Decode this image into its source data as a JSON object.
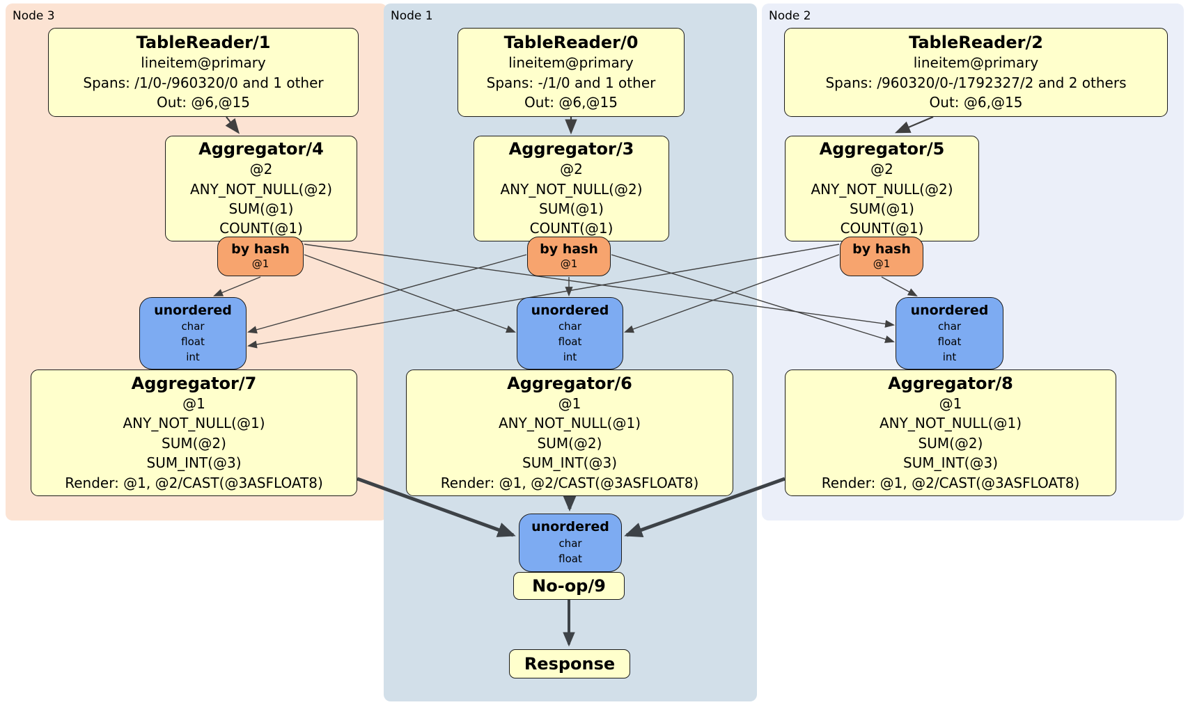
{
  "nodes": [
    {
      "panel_label": "Node 3",
      "table_reader": {
        "title": "TableReader/1",
        "lines": [
          "lineitem@primary",
          "Spans: /1/0-/960320/0 and 1 other",
          "Out: @6,@15"
        ]
      },
      "aggregator": {
        "title": "Aggregator/4",
        "lines": [
          "@2",
          "ANY_NOT_NULL(@2)",
          "SUM(@1)",
          "COUNT(@1)"
        ]
      },
      "router": {
        "title": "by hash",
        "detail": "@1"
      },
      "sync": {
        "title": "unordered",
        "lines": [
          "char",
          "float",
          "int"
        ]
      },
      "final_aggregator": {
        "title": "Aggregator/7",
        "lines": [
          "@1",
          "ANY_NOT_NULL(@1)",
          "SUM(@2)",
          "SUM_INT(@3)",
          "Render: @1, @2/CAST(@3ASFLOAT8)"
        ]
      }
    },
    {
      "panel_label": "Node 1",
      "table_reader": {
        "title": "TableReader/0",
        "lines": [
          "lineitem@primary",
          "Spans: -/1/0 and 1 other",
          "Out: @6,@15"
        ]
      },
      "aggregator": {
        "title": "Aggregator/3",
        "lines": [
          "@2",
          "ANY_NOT_NULL(@2)",
          "SUM(@1)",
          "COUNT(@1)"
        ]
      },
      "router": {
        "title": "by hash",
        "detail": "@1"
      },
      "sync": {
        "title": "unordered",
        "lines": [
          "char",
          "float",
          "int"
        ]
      },
      "final_aggregator": {
        "title": "Aggregator/6",
        "lines": [
          "@1",
          "ANY_NOT_NULL(@1)",
          "SUM(@2)",
          "SUM_INT(@3)",
          "Render: @1, @2/CAST(@3ASFLOAT8)"
        ]
      }
    },
    {
      "panel_label": "Node 2",
      "table_reader": {
        "title": "TableReader/2",
        "lines": [
          "lineitem@primary",
          "Spans: /960320/0-/1792327/2 and 2 others",
          "Out: @6,@15"
        ]
      },
      "aggregator": {
        "title": "Aggregator/5",
        "lines": [
          "@2",
          "ANY_NOT_NULL(@2)",
          "SUM(@1)",
          "COUNT(@1)"
        ]
      },
      "router": {
        "title": "by hash",
        "detail": "@1"
      },
      "sync": {
        "title": "unordered",
        "lines": [
          "char",
          "float",
          "int"
        ]
      },
      "final_aggregator": {
        "title": "Aggregator/8",
        "lines": [
          "@1",
          "ANY_NOT_NULL(@1)",
          "SUM(@2)",
          "SUM_INT(@3)",
          "Render: @1, @2/CAST(@3ASFLOAT8)"
        ]
      }
    }
  ],
  "output": {
    "sync": {
      "title": "unordered",
      "lines": [
        "char",
        "float"
      ]
    },
    "noop_title": "No-op/9",
    "response_title": "Response"
  },
  "colors": {
    "node3_bg": "#fce3d3",
    "node1_bg": "#d2dfe9",
    "node2_bg": "#ebeff9",
    "processor_fill": "#ffffcc",
    "router_fill": "#f7a46e",
    "sync_fill": "#7dabf2",
    "edge": "#404040",
    "thick_edge": "#3d4247"
  }
}
